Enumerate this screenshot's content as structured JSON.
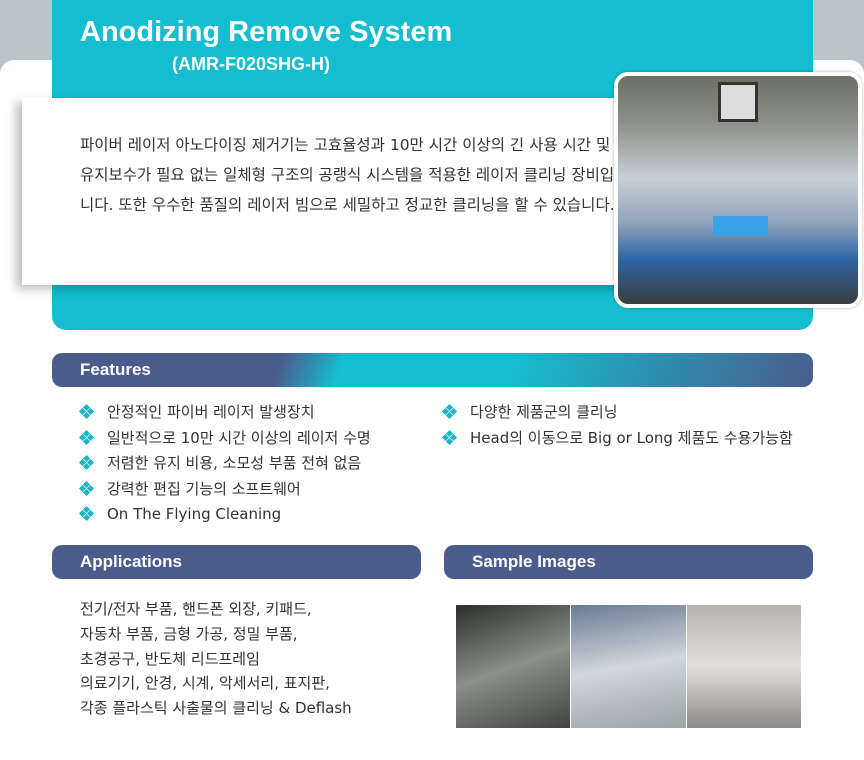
{
  "header": {
    "title": "Anodizing Remove System",
    "model": "(AMR-F020SHG-H)"
  },
  "intro": {
    "text": "파이버 레이저 아노다이징 제거기는 고효율성과 10만 시간 이상의 긴 사용 시간 및 유지보수가 필요 없는 일체형 구조의 공랭식 시스템을 적용한 레이저 클리닝 장비입니다. 또한 우수한 품질의 레이저 빔으로 세밀하고 정교한 클리닝을 할 수 있습니다."
  },
  "features": {
    "label": "Features",
    "left": [
      "안정적인 파이버 레이저 발생장치",
      "일반적으로 10만 시간 이상의 레이저 수명",
      "저렴한 유지 비용, 소모성 부품 전혀 없음",
      "강력한 편집 기능의 소프트웨어",
      "On The Flying Cleaning"
    ],
    "right": [
      "다양한 제품군의 클리닝",
      "Head의 이동으로 Big or Long 제품도 수용가능함"
    ]
  },
  "applications": {
    "label": "Applications",
    "lines": [
      "전기/전자 부품, 핸드폰 외장, 키패드,",
      "자동차 부품, 금형 가공, 정밀 부품,",
      "초경공구, 반도체 리드프레임",
      "의료기기, 안경, 시계, 악세서리, 표지판,",
      "각종 플라스틱 사출물의 클리닝 & Deflash"
    ]
  },
  "samples": {
    "label": "Sample Images"
  },
  "colors": {
    "cyan": "#14bdd0",
    "navy": "#4b5c8c"
  }
}
